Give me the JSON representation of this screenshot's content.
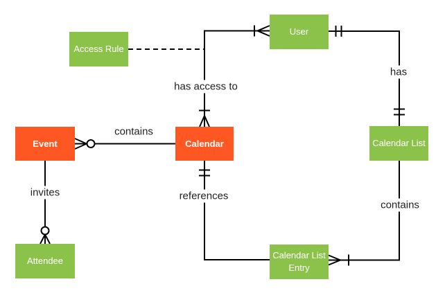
{
  "diagram": {
    "colors": {
      "entity_green": "#8BC34A",
      "entity_orange": "#FF5722",
      "connector_line": "#000000",
      "relationship_text": "#1f1f1f",
      "entity_text": "#ffffff",
      "background": "#ffffff"
    },
    "entities": {
      "access_rule": {
        "label": "Access Rule"
      },
      "user": {
        "label": "User"
      },
      "event": {
        "label": "Event"
      },
      "calendar": {
        "label": "Calendar"
      },
      "calendar_list": {
        "label": "Calendar List"
      },
      "attendee": {
        "label": "Attendee"
      },
      "calendar_list_entry": {
        "label": "Calendar List Entry"
      }
    },
    "relationships": {
      "event_calendar": {
        "label": "contains",
        "event_end": "zero-or-many",
        "calendar_end": "plain"
      },
      "event_attendee": {
        "label": "invites",
        "attendee_end": "zero-or-many",
        "event_end": "plain"
      },
      "calendar_user": {
        "label": "has access to",
        "calendar_end": "one-or-many",
        "user_end": "one-or-many"
      },
      "access_rule_link": {
        "label": "",
        "style": "dashed"
      },
      "user_calendar_list": {
        "label": "has",
        "user_end": "exactly-one",
        "calendar_list_end": "exactly-one"
      },
      "calendar_list_entry_rel": {
        "label": "contains",
        "entry_end": "one-or-many",
        "calendar_list_end": "plain"
      },
      "calendar_entry_references": {
        "label": "references",
        "calendar_end": "exactly-one",
        "entry_end": "plain"
      }
    }
  }
}
